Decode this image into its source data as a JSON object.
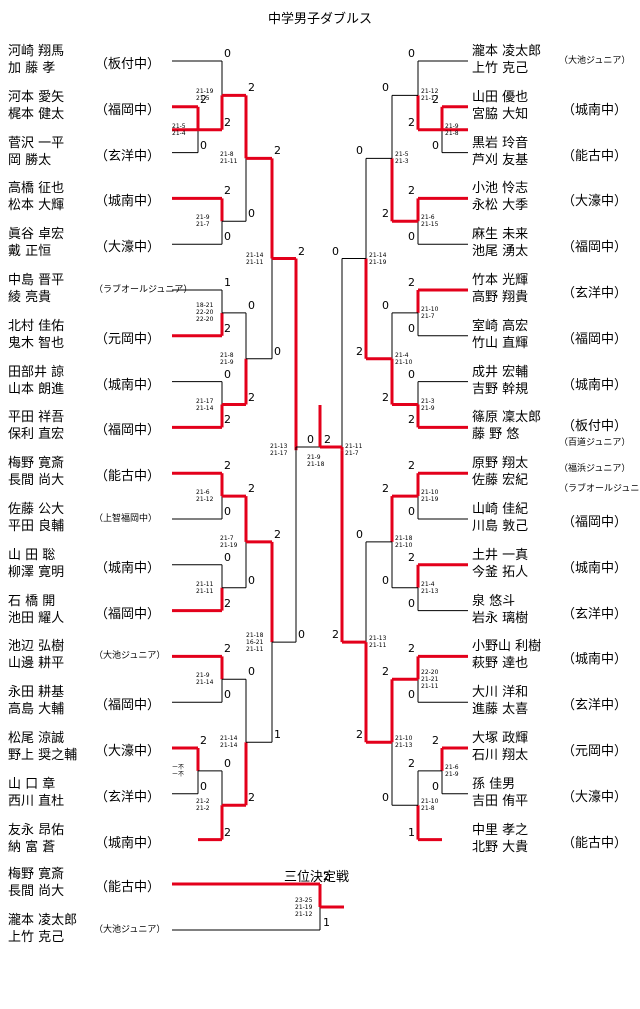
{
  "title": "中学男子ダブルス",
  "third_place_label": "三位決定戦",
  "left_teams": [
    {
      "p1": "河崎 翔馬",
      "p2": "加 藤 孝",
      "school": "（板付中）"
    },
    {
      "p1": "河本 愛矢",
      "p2": "梶本 健太",
      "school": "（福岡中）"
    },
    {
      "p1": "菅沢 一平",
      "p2": "岡 勝太",
      "school": "（玄洋中）"
    },
    {
      "p1": "高橋 征也",
      "p2": "松本 大輝",
      "school": "（城南中）"
    },
    {
      "p1": "眞谷 卓宏",
      "p2": "戴 正恒",
      "school": "（大濠中）"
    },
    {
      "p1": "中島 晋平",
      "p2": "綾 亮貴",
      "school": "（ラブオールジュニア）",
      "small": true
    },
    {
      "p1": "北村 佳佑",
      "p2": "鬼木 智也",
      "school": "（元岡中）"
    },
    {
      "p1": "田部井 諒",
      "p2": "山本 朗進",
      "school": "（城南中）"
    },
    {
      "p1": "平田 祥吾",
      "p2": "保利 直宏",
      "school": "（福岡中）"
    },
    {
      "p1": "梅野 寛斎",
      "p2": "長間 尚大",
      "school": "（能古中）"
    },
    {
      "p1": "佐藤 公大",
      "p2": "平田 良輔",
      "school": "（上智福岡中）",
      "small": true
    },
    {
      "p1": "山 田 聡",
      "p2": "柳澤 寛明",
      "school": "（城南中）"
    },
    {
      "p1": "石 橋 開",
      "p2": "池田 耀人",
      "school": "（福岡中）"
    },
    {
      "p1": "池辺 弘樹",
      "p2": "山邊 耕平",
      "school": "（大池ジュニア）",
      "small": true
    },
    {
      "p1": "永田 耕基",
      "p2": "高島 大輔",
      "school": "（福岡中）"
    },
    {
      "p1": "松尾 涼誠",
      "p2": "野上 奨之輔",
      "school": "（大濠中）"
    },
    {
      "p1": "山 口 章",
      "p2": "西川 直杜",
      "school": "（玄洋中）"
    },
    {
      "p1": "友永 昂佑",
      "p2": "納 富 蒼",
      "school": "（城南中）"
    }
  ],
  "right_teams": [
    {
      "p1": "瀧本 凌太郎",
      "p2": "上竹 克己",
      "school": "（大池ジュニア）",
      "small": true
    },
    {
      "p1": "山田 優也",
      "p2": "宮脇 大知",
      "school": "（城南中）"
    },
    {
      "p1": "黒岩 玲音",
      "p2": "芦刈 友基",
      "school": "（能古中）"
    },
    {
      "p1": "小池 怜志",
      "p2": "永松 大季",
      "school": "（大濠中）"
    },
    {
      "p1": "麻生 未来",
      "p2": "池尾 湧太",
      "school": "（福岡中）"
    },
    {
      "p1": "竹本 光輝",
      "p2": "高野 翔貴",
      "school": "（玄洋中）"
    },
    {
      "p1": "室崎 高宏",
      "p2": "竹山 直輝",
      "school": "（福岡中）"
    },
    {
      "p1": "成井 宏輔",
      "p2": "吉野 幹規",
      "school": "（城南中）"
    },
    {
      "p1": "篠原 凜太郎",
      "p2": "藤 野 悠",
      "school": "（板付中）",
      "school2": "（百道ジュニア）"
    },
    {
      "p1": "原野 翔太",
      "p2": "佐藤 宏紀",
      "school": "（福浜ジュニア）",
      "school2": "（ラブオールジュニア）",
      "small": true
    },
    {
      "p1": "山崎 佳紀",
      "p2": "川島 敦己",
      "school": "（福岡中）"
    },
    {
      "p1": "土井 一真",
      "p2": "今釜 拓人",
      "school": "（城南中）"
    },
    {
      "p1": "泉 悠斗",
      "p2": "岩永 璃樹",
      "school": "（玄洋中）"
    },
    {
      "p1": "小野山 利樹",
      "p2": "萩野 達也",
      "school": "（城南中）"
    },
    {
      "p1": "大川 洋和",
      "p2": "進藤 太喜",
      "school": "（玄洋中）"
    },
    {
      "p1": "大塚 政輝",
      "p2": "石川 翔太",
      "school": "（元岡中）"
    },
    {
      "p1": "孫 佳男",
      "p2": "吉田 侑平",
      "school": "（大濠中）"
    },
    {
      "p1": "中里 孝之",
      "p2": "北野 大貴",
      "school": "（能古中）"
    }
  ],
  "third_place_teams": [
    {
      "p1": "梅野 寛斎",
      "p2": "長間 尚大",
      "school": "（能古中）"
    },
    {
      "p1": "瀧本 凌太郎",
      "p2": "上竹 克己",
      "school": "（大池ジュニア）",
      "small": true
    }
  ],
  "left_games": [
    {
      "a": "2",
      "b": "0",
      "scores": [
        "21-5",
        "21-4"
      ],
      "win": "top"
    },
    {
      "a": "0",
      "b": "2",
      "scores": [
        "21-19",
        "21-5"
      ],
      "win": "bottom"
    },
    {
      "a": "2",
      "b": "0",
      "scores": [
        "21-9",
        "21-7"
      ],
      "win": "top"
    },
    {
      "a": "2",
      "b": "0",
      "scores": [
        "21-8",
        "21-11"
      ],
      "win": "top"
    },
    {
      "a": "1",
      "b": "2",
      "scores": [
        "18-21",
        "22-20",
        "22-20"
      ],
      "win": "bottom"
    },
    {
      "a": "0",
      "b": "2",
      "scores": [
        "21-17",
        "21-14"
      ],
      "win": "bottom"
    },
    {
      "a": "0",
      "b": "2",
      "scores": [
        "21-8",
        "21-9"
      ],
      "win": "bottom"
    },
    {
      "a": "2",
      "b": "0",
      "scores": [
        "21-14",
        "21-11"
      ],
      "win": "top"
    },
    {
      "a": "2",
      "b": "0",
      "scores": [
        "21-6",
        "21-12"
      ],
      "win": "top"
    },
    {
      "a": "0",
      "b": "2",
      "scores": [
        "21-11",
        "21-11"
      ],
      "win": "bottom"
    },
    {
      "a": "2",
      "b": "0",
      "scores": [
        "21-7",
        "21-19"
      ],
      "win": "top"
    },
    {
      "a": "2",
      "b": "0",
      "scores": [
        "21-9",
        "21-14"
      ],
      "win": "top"
    },
    {
      "a": "2",
      "b": "0",
      "scores": [
        "ー不",
        "ー不"
      ],
      "win": "top"
    },
    {
      "a": "0",
      "b": "2",
      "scores": [
        "21-2",
        "21-2"
      ],
      "win": "bottom"
    },
    {
      "a": "0",
      "b": "2",
      "scores": [
        "21-14",
        "21-14"
      ],
      "win": "bottom"
    },
    {
      "a": "2",
      "b": "1",
      "scores": [
        "21-18",
        "16-21",
        "21-11"
      ],
      "win": "top"
    },
    {
      "a": "2",
      "b": "0",
      "scores": [
        "21-13",
        "21-17"
      ],
      "win": "top"
    }
  ],
  "right_games": [
    {
      "a": "2",
      "b": "0",
      "scores": [
        "21-9",
        "21-8"
      ],
      "win": "top"
    },
    {
      "a": "0",
      "b": "2",
      "scores": [
        "21-12",
        "21-17"
      ],
      "win": "bottom"
    },
    {
      "a": "2",
      "b": "0",
      "scores": [
        "21-6",
        "21-15"
      ],
      "win": "top"
    },
    {
      "a": "0",
      "b": "2",
      "scores": [
        "21-5",
        "21-3"
      ],
      "win": "bottom"
    },
    {
      "a": "2",
      "b": "0",
      "scores": [
        "21-10",
        "21-7"
      ],
      "win": "top"
    },
    {
      "a": "0",
      "b": "2",
      "scores": [
        "21-3",
        "21-9"
      ],
      "win": "bottom"
    },
    {
      "a": "0",
      "b": "2",
      "scores": [
        "21-4",
        "21-10"
      ],
      "win": "bottom"
    },
    {
      "a": "0",
      "b": "2",
      "scores": [
        "21-14",
        "21-19"
      ],
      "win": "bottom"
    },
    {
      "a": "2",
      "b": "0",
      "scores": [
        "21-10",
        "21-19"
      ],
      "win": "top"
    },
    {
      "a": "2",
      "b": "0",
      "scores": [
        "21-4",
        "21-13"
      ],
      "win": "top"
    },
    {
      "a": "2",
      "b": "0",
      "scores": [
        "21-18",
        "21-10"
      ],
      "win": "top"
    },
    {
      "a": "2",
      "b": "0",
      "scores": [
        "22-20",
        "21-21",
        "21-11"
      ],
      "win": "top"
    },
    {
      "a": "2",
      "b": "0",
      "scores": [
        "21-6",
        "21-9"
      ],
      "win": "top"
    },
    {
      "a": "2",
      "b": "1",
      "scores": [
        "21-10",
        "21-8"
      ],
      "win": "bottom"
    },
    {
      "a": "2",
      "b": "0",
      "scores": [
        "21-10",
        "21-13"
      ],
      "win": "top"
    },
    {
      "a": "0",
      "b": "2",
      "scores": [
        "21-13",
        "21-11"
      ],
      "win": "bottom"
    },
    {
      "a": "0",
      "b": "2",
      "scores": [
        "21-11",
        "21-7"
      ],
      "win": "bottom"
    }
  ],
  "final": {
    "left": "0",
    "right": "2",
    "scores": [
      "21-9",
      "21-18"
    ]
  },
  "third_place": {
    "a": "2",
    "b": "1",
    "scores": [
      "23-25",
      "21-19",
      "21-12"
    ]
  }
}
